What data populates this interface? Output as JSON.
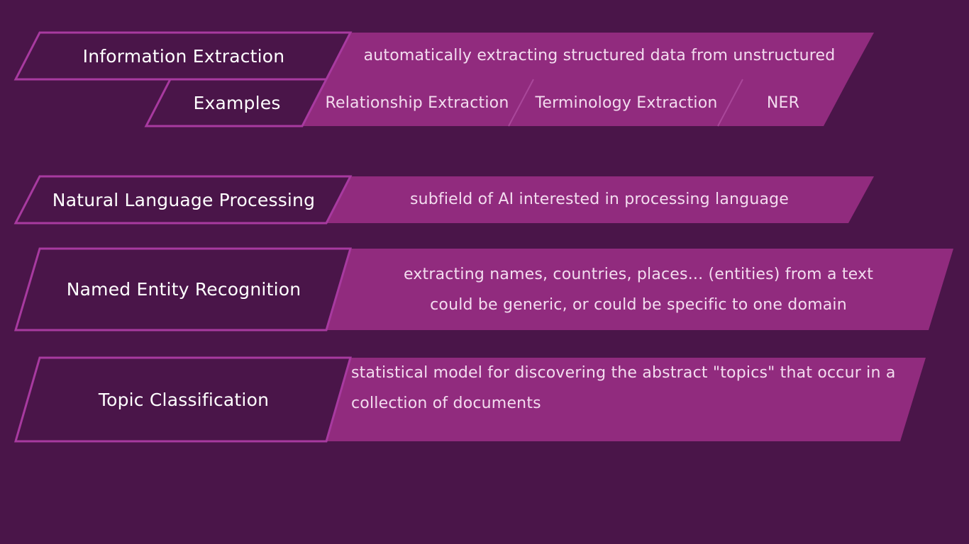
{
  "colors": {
    "background": "#4a1549",
    "term_fill": "#4a1549",
    "term_border": "#a83aa0",
    "desc_fill": "#912b7e",
    "divider": "#a9479a"
  },
  "rows": {
    "info": {
      "term": "Information Extraction",
      "desc": "automatically extracting structured data from unstructured"
    },
    "examples": {
      "term": "Examples",
      "items": [
        "Relationship Extraction",
        "Terminology Extraction",
        "NER"
      ]
    },
    "nlp": {
      "term": "Natural Language Processing",
      "desc": "subfield of AI interested in processing language"
    },
    "ner": {
      "term": "Named Entity Recognition",
      "desc_lines": [
        "extracting names, countries, places... (entities) from a text",
        "could be generic, or could be specific to one domain"
      ]
    },
    "topic": {
      "term": "Topic Classification",
      "desc_lines": [
        "statistical model for discovering the abstract \"topics\" that occur in a",
        "collection of documents"
      ]
    }
  }
}
